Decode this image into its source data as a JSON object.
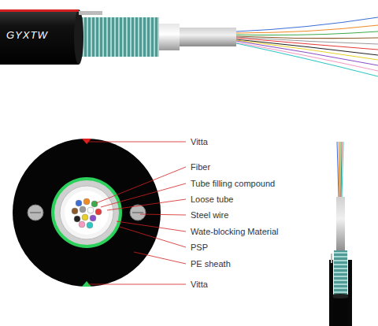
{
  "diagram": {
    "labels": [
      "GYXTW",
      "Vitta",
      "Fiber",
      "Tube filling compound",
      "Loose tube",
      "Steel wire",
      "Wate-blocking Material",
      "PSP",
      "PE sheath",
      "Vitta"
    ]
  }
}
